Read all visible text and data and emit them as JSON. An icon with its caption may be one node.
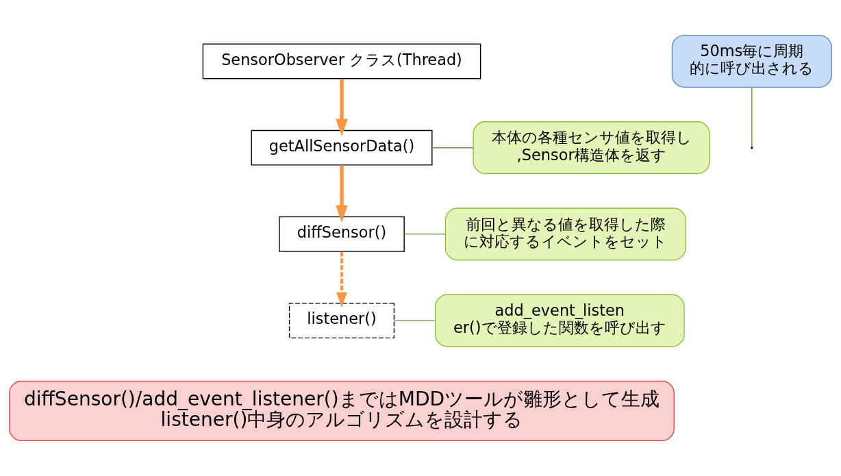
{
  "diagram": {
    "nodes": [
      {
        "text": [
          "SensorObserver クラス(Thread)"
        ]
      },
      {
        "text": [
          "50ms毎に周期的に呼び出される"
        ]
      },
      {
        "text": [
          "getAllSensorData()"
        ]
      },
      {
        "text": [
          "本体の各種センサ値を取得し,Sensor構造体を返す"
        ]
      },
      {
        "text": [
          "diffSensor()"
        ]
      },
      {
        "text": [
          "前回と異なる値を取得した際に対応するイベントをセット"
        ]
      },
      {
        "text": [
          "listener()"
        ]
      },
      {
        "text": [
          "add_event_listener()で登録した関数を呼び出す"
        ]
      },
      {
        "text": [
          "diffSensor()/add_event_listener()まではMDDツールが雛形として生成",
          "listener()中身のアルゴリズムを設計する"
        ]
      }
    ],
    "edges": [
      {
        "from": 0,
        "to": 2,
        "arrow": "to",
        "style": "thick",
        "color": "#f79646"
      },
      {
        "from": 1,
        "to": null,
        "arrow": "none"
      },
      {
        "from": 2,
        "to": 4,
        "arrow": "to",
        "style": "thick",
        "color": "#f79646"
      },
      {
        "from": 3,
        "to": 2,
        "arrow": "none"
      },
      {
        "from": 4,
        "to": 6,
        "arrow": "to",
        "style": "dashed",
        "color": "#f79646"
      },
      {
        "from": 5,
        "to": 4,
        "arrow": "none"
      },
      {
        "from": 7,
        "to": 6,
        "arrow": "none"
      }
    ]
  }
}
